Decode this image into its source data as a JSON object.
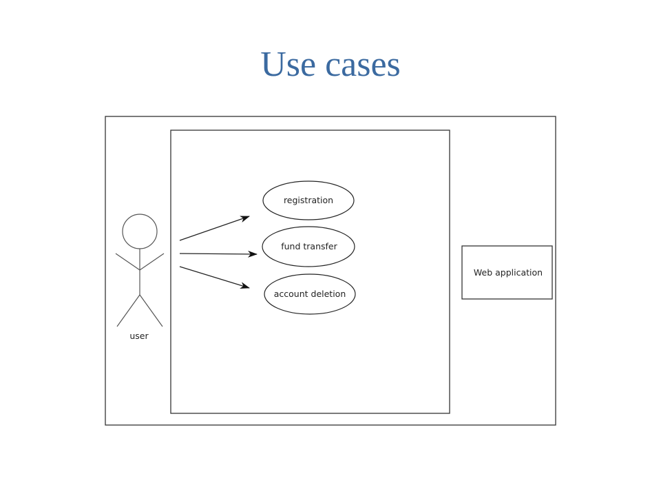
{
  "slide": {
    "title": "Use cases"
  },
  "diagram": {
    "actor": {
      "label": "user"
    },
    "use_cases": [
      {
        "label": "registration"
      },
      {
        "label": "fund transfer"
      },
      {
        "label": "account deletion"
      }
    ],
    "external_system": {
      "label": "Web application"
    }
  }
}
